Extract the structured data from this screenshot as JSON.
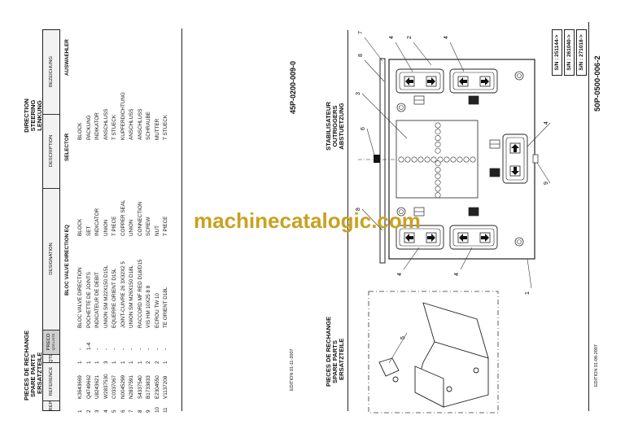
{
  "left_page": {
    "title_lines": [
      "PIECES DE RECHANGE",
      "SPARE PARTS",
      "ERSATZTEILE"
    ],
    "group_lines": [
      "DIRECTION",
      "STEERING",
      "LENKUNG"
    ],
    "headers": {
      "rep": "REP",
      "reference": "REFERENCE",
      "qte": "QTE",
      "preco": "PRECO",
      "preco_sub": "QTE-LISTE",
      "designation": "DESIGNATION",
      "description": "DESCRIPTION",
      "bezeichnung": "BEZEICHUNG"
    },
    "section": {
      "designation": "BLOC VALVE DIRECTION EQ",
      "description": "SELECTOR",
      "bezeichnung": "AUSWAEHLER"
    },
    "rows": [
      {
        "rep": "1",
        "ref": "K3643669",
        "qte": "1",
        "preco": "-",
        "designation": "BLOC VALVE  DIRECTION",
        "description": "BLOCK",
        "bezeichnung": "BLOCK"
      },
      {
        "rep": "2",
        "ref": "Q4749662",
        "qte": "1",
        "preco": "1-4",
        "designation": "POCHETTE DE JOINTS",
        "description": "SET",
        "bezeichnung": "PACKUNG"
      },
      {
        "rep": "3",
        "ref": "U8243621",
        "qte": "1",
        "preco": "-",
        "designation": "INDICATEUR DE DEBIT",
        "description": "INDICATOR",
        "bezeichnung": "INDIKATOR"
      },
      {
        "rep": "4",
        "ref": "W2837530",
        "qte": "3",
        "preco": "-",
        "designation": "UNION SM M22X150 D15L",
        "description": "UNION",
        "bezeichnung": "ANSCHLUSS"
      },
      {
        "rep": "5",
        "ref": "C0337067",
        "qte": "1",
        "preco": "-",
        "designation": "EQUERRE ORIENT  D15L",
        "description": "T PIECE",
        "bezeichnung": "T STUECK"
      },
      {
        "rep": "6",
        "ref": "N0045299",
        "qte": "1",
        "preco": "-",
        "designation": "JOINT-CUIVRE 26 3X32X2 5",
        "description": "COPPER SEAL",
        "bezeichnung": "KUPFERDICHTUNG"
      },
      {
        "rep": "7",
        "ref": "N2837591",
        "qte": "1",
        "preco": "-",
        "designation": "UNION  SM  M26X150 D18L",
        "description": "UNION",
        "bezeichnung": "ANSCHLUSS"
      },
      {
        "rep": "8",
        "ref": "S4337540",
        "qte": "1",
        "preco": "-",
        "designation": "RACCORD MF RED D18/D15",
        "description": "CONNECTION",
        "bezeichnung": "ANSCHLUSS"
      },
      {
        "rep": "9",
        "ref": "B1733833",
        "qte": "2",
        "preco": "-",
        "designation": "VIS HM 10X25 8 8",
        "description": "SCREW",
        "bezeichnung": "SCHRAUBE"
      },
      {
        "rep": "10",
        "ref": "E2304550",
        "qte": "2",
        "preco": "-",
        "designation": "ECROU  TW 10",
        "description": "NUT",
        "bezeichnung": "MUTTER"
      },
      {
        "rep": "11",
        "ref": "V1137208",
        "qte": "1",
        "preco": "-",
        "designation": "TE ORIENT  D18L",
        "description": "T PIECE",
        "bezeichnung": "T STUECK"
      }
    ],
    "doc_number": "45P-0200-009-0",
    "edition": "EDITION  01-11-2007"
  },
  "right_page": {
    "title_lines": [
      "PIECES DE RECHANGE",
      "SPARE PARTS",
      "ERSATZTEILE"
    ],
    "group_lines": [
      "STABILISATEUR",
      "OUTRIGGERS",
      "ABSTUETZUNG"
    ],
    "serial_numbers": [
      "S/N : 251144->",
      "S/N : 261040->",
      "S/N : 271018->"
    ],
    "doc_number": "50P-0500-006-2",
    "edition": "EDITION  01-08-2007",
    "callouts": [
      "7",
      "8",
      "4",
      "2",
      "4",
      "3",
      "6",
      "4",
      "9",
      "8",
      "4",
      "4",
      "1",
      "5"
    ]
  },
  "watermark": "machinecatalogic.com"
}
